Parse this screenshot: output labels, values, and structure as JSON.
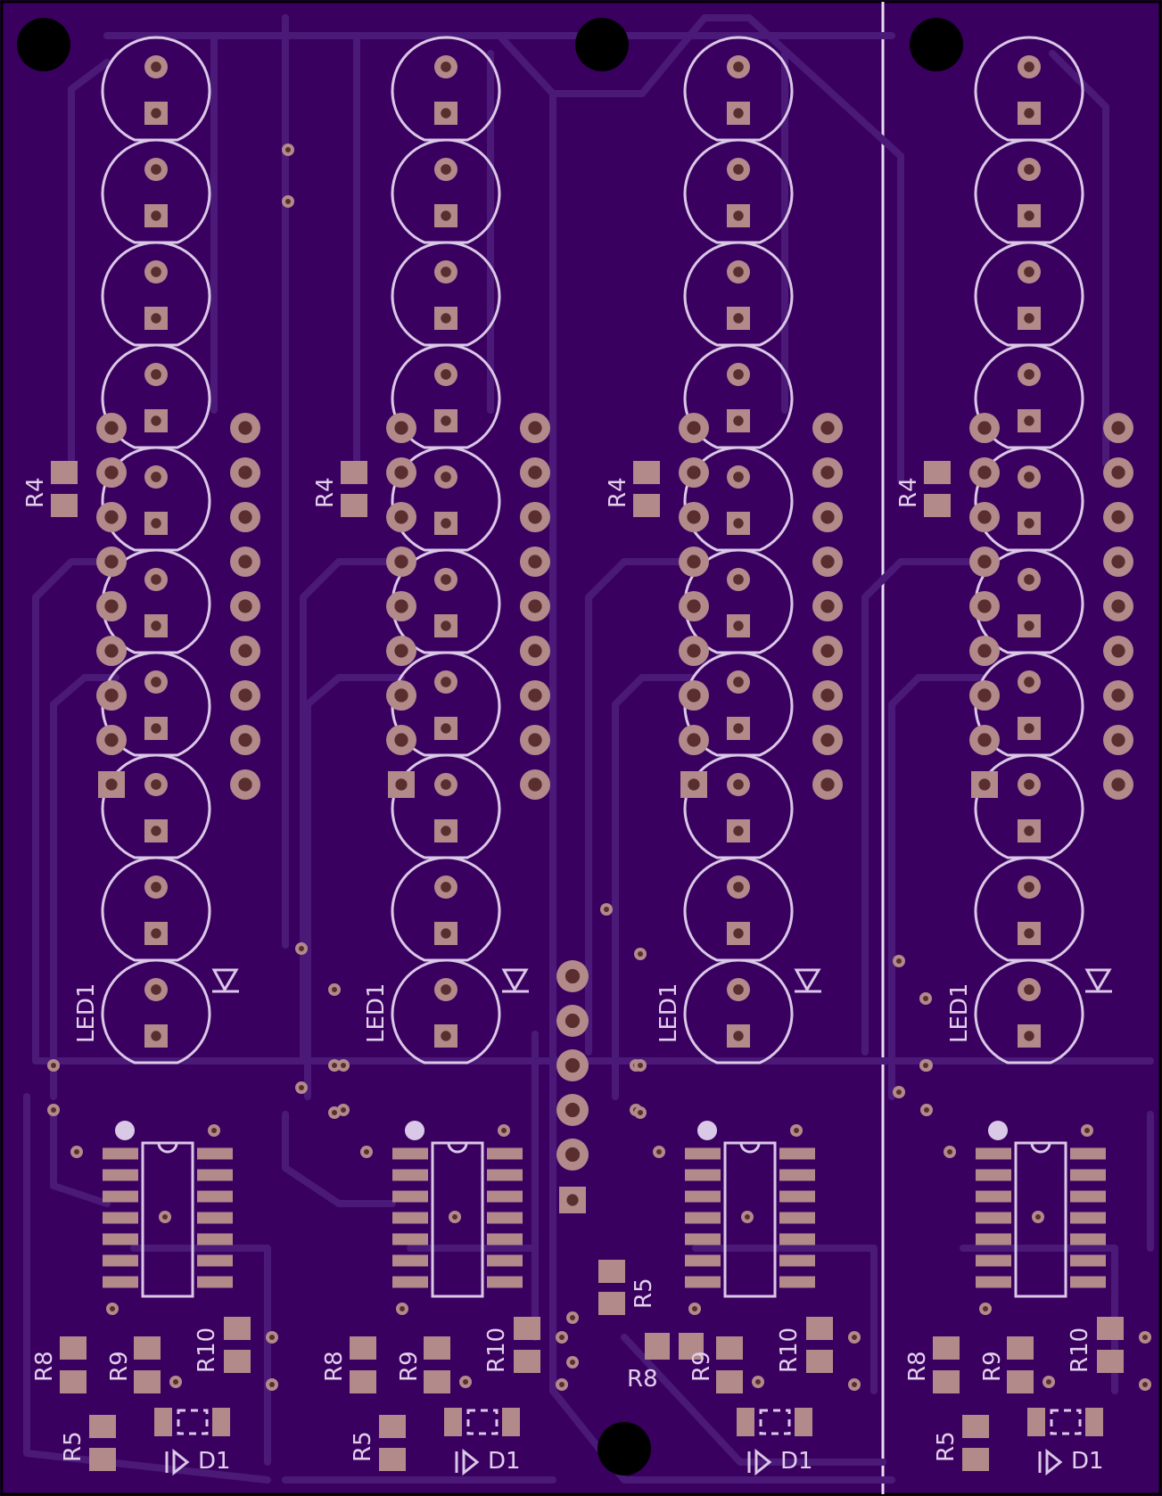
{
  "colors": {
    "board": "#3a0060",
    "edge": "#000000",
    "trace": "#4b1a78",
    "silk": "#d9c8e6",
    "pad": "#b28a8a",
    "hole": "#5a2e2e",
    "mount": "#000000"
  },
  "labels": {
    "led": "LED1",
    "r4": "R4",
    "r5": "R5",
    "r8": "R8",
    "r9": "R9",
    "r10": "R10",
    "d1": "D1"
  }
}
